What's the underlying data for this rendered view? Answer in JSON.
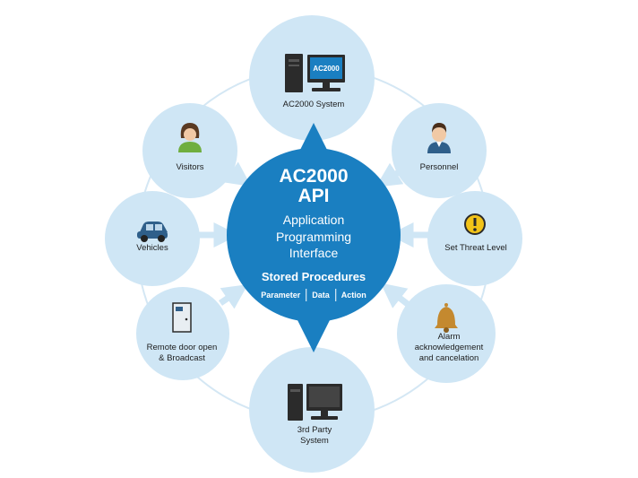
{
  "core": {
    "title_line1": "AC2000",
    "title_line2": "API",
    "subtitle_line1": "Application",
    "subtitle_line2": "Programming",
    "subtitle_line3": "Interface",
    "stored_procedures": "Stored Procedures",
    "params": [
      "Parameter",
      "Data",
      "Action"
    ]
  },
  "nodes": {
    "ac2000_system": {
      "label": "AC2000 System",
      "screen_text": "AC2000",
      "icon": "computer-icon"
    },
    "personnel": {
      "label": "Personnel",
      "icon": "person-icon"
    },
    "set_threat_level": {
      "label": "Set Threat Level",
      "icon": "warning-icon"
    },
    "alarm": {
      "line1": "Alarm",
      "line2": "acknowledgement",
      "line3": "and cancelation",
      "icon": "bell-icon"
    },
    "third_party": {
      "line1": "3rd Party",
      "line2": "System",
      "icon": "computer-icon"
    },
    "remote_door": {
      "line1": "Remote door open",
      "line2": "& Broadcast",
      "icon": "door-icon"
    },
    "vehicles": {
      "label": "Vehicles",
      "icon": "car-icon"
    },
    "visitors": {
      "label": "Visitors",
      "icon": "woman-icon"
    }
  },
  "colors": {
    "core": "#1a7fc1",
    "satellite": "#cfe6f5",
    "ring": "#c6dff0",
    "arrow": "#1a7fc1"
  }
}
